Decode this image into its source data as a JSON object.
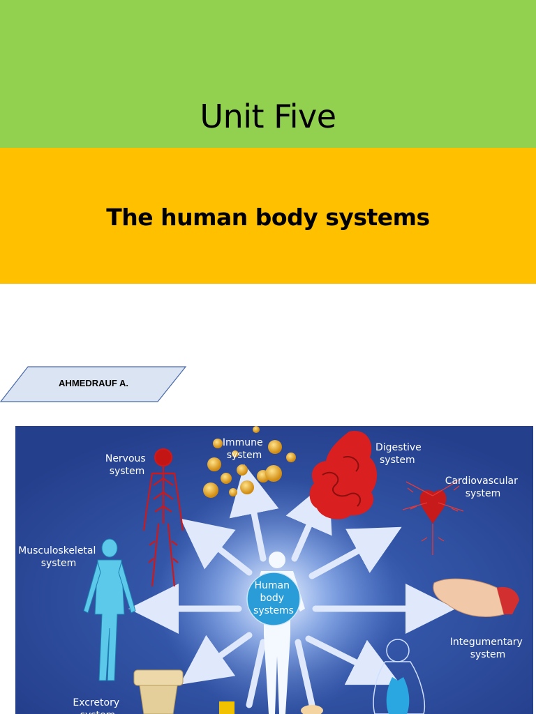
{
  "slide": {
    "title": "Unit Five",
    "subtitle": "The human body systems",
    "author": "AHMEDRAUF A."
  },
  "colors": {
    "title_band": "#92d050",
    "subtitle_band": "#ffc000",
    "author_box": "#dbe4f2",
    "figure_background": "#2b4a9a"
  },
  "figure": {
    "hub": [
      "Human",
      "body",
      "systems"
    ],
    "systems": [
      {
        "id": "nervous",
        "label": [
          "Nervous",
          "system"
        ],
        "icon": "nervous-system-icon"
      },
      {
        "id": "immune",
        "label": [
          "Immune",
          "system"
        ],
        "icon": "immune-system-icon"
      },
      {
        "id": "digestive",
        "label": [
          "Digestive",
          "system"
        ],
        "icon": "digestive-system-icon"
      },
      {
        "id": "cardiovascular",
        "label": [
          "Cardiovascular",
          "system"
        ],
        "icon": "cardiovascular-system-icon"
      },
      {
        "id": "musculoskeletal",
        "label": [
          "Musculoskeletal",
          "system"
        ],
        "icon": "musculoskeletal-system-icon"
      },
      {
        "id": "integumentary",
        "label": [
          "Integumentary",
          "system"
        ],
        "icon": "integumentary-system-icon"
      },
      {
        "id": "excretory",
        "label": [
          "Excretory",
          "system"
        ],
        "icon": "excretory-system-icon"
      }
    ]
  }
}
